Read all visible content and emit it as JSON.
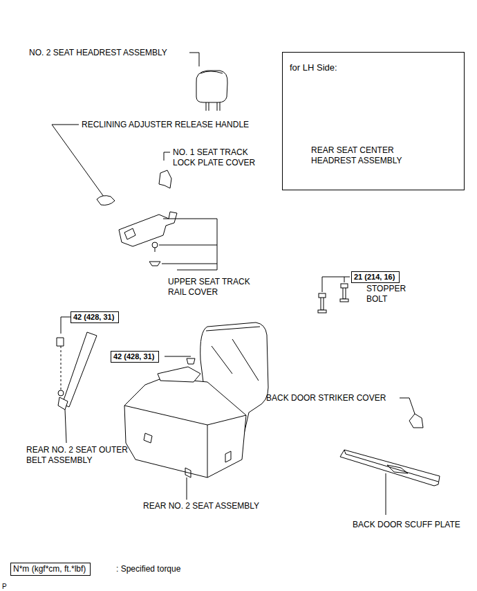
{
  "diagram": {
    "nodes": [
      {
        "text": [
          "for LH Side:",
          "REAR SEAT CENTER HEADREST ASSEMBLY"
        ]
      },
      {
        "text": [
          "21 (214, 16)"
        ]
      },
      {
        "text": [
          "42 (428, 31)"
        ]
      },
      {
        "text": [
          "42 (428, 31)"
        ]
      },
      {
        "text": [
          "N*m (kgf*cm, ft.*lbf)"
        ]
      }
    ],
    "labels": [
      "NO. 2 SEAT HEADREST ASSEMBLY",
      "RECLINING ADJUSTER RELEASE HANDLE",
      "NO. 1 SEAT TRACK LOCK PLATE COVER",
      "UPPER SEAT TRACK RAIL COVER",
      "STOPPER BOLT",
      "REAR NO. 2 SEAT OUTER BELT ASSEMBLY",
      "REAR NO. 2 SEAT ASSEMBLY",
      "BACK DOOR STRIKER COVER",
      "BACK DOOR SCUFF PLATE",
      ": Specified torque",
      "P"
    ]
  }
}
